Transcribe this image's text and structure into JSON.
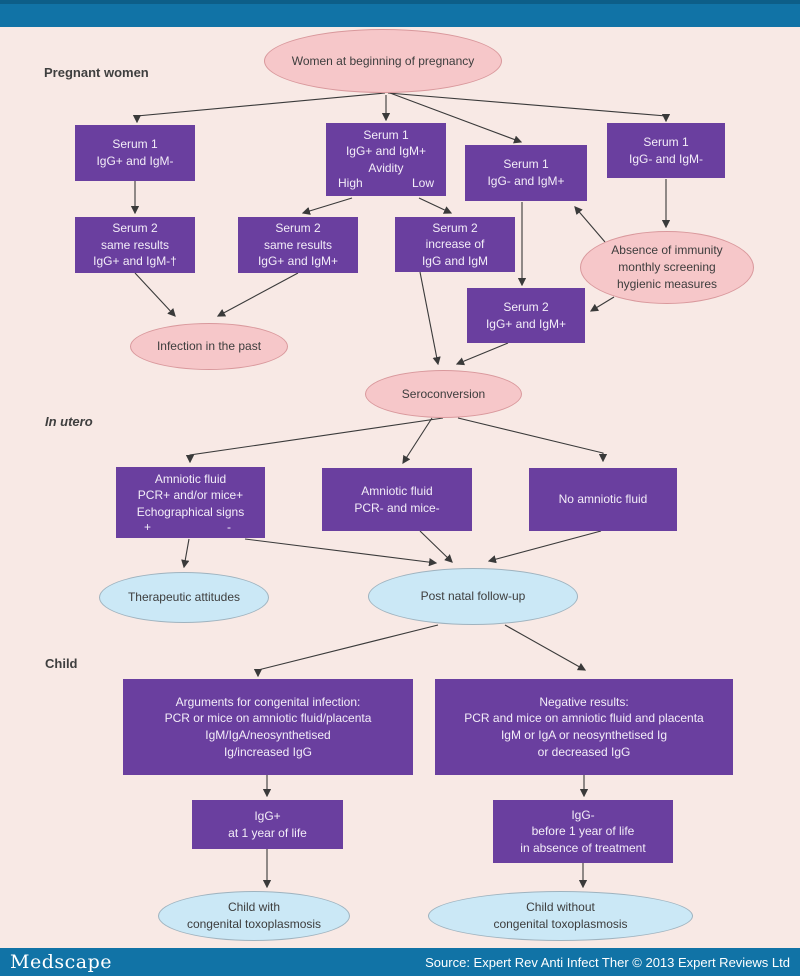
{
  "footer": {
    "brand": "Medscape",
    "source": "Source: Expert Rev Anti Infect Ther © 2013 Expert Reviews Ltd"
  },
  "labels": {
    "pregnant_women": "Pregnant women",
    "in_utero": "In utero",
    "child": "Child"
  },
  "nodes": {
    "women_beginning": "Women at beginning of pregnancy",
    "serum1_iggp_igmn": "Serum 1\nIgG+ and IgM-",
    "serum1_iggp_igmp": "Serum 1\nIgG+ and IgM+\nAvidity",
    "avidity_high": "High",
    "avidity_low": "Low",
    "serum1_iggn_igmp": "Serum 1\nIgG- and IgM+",
    "serum1_iggn_igmn": "Serum 1\nIgG- and IgM-",
    "serum2_same_igmn": "Serum 2\nsame results\nIgG+ and IgM-†",
    "serum2_same_igmp": "Serum 2\nsame results\nIgG+ and IgM+",
    "serum2_increase": "Serum 2\nincrease of\nIgG and IgM",
    "serum2_iggp_igmp": "Serum 2\nIgG+ and IgM+",
    "absence_immunity": "Absence of immunity\nmonthly screening\nhygienic measures",
    "infection_past": "Infection in the past",
    "seroconversion": "Seroconversion",
    "amniotic_pos": "Amniotic fluid\nPCR+ and/or mice+\nEchographical signs",
    "echo_plus": "+",
    "echo_minus": "-",
    "amniotic_neg": "Amniotic fluid\nPCR- and mice-",
    "no_amniotic": "No amniotic fluid",
    "therapeutic": "Therapeutic attitudes",
    "postnatal": "Post natal follow-up",
    "arguments_box": "Arguments for congenital infection:\nPCR or mice on amniotic fluid/placenta\nIgM/IgA/neosynthetised\nIg/increased IgG",
    "negative_box": "Negative results:\nPCR and mice on amniotic fluid and placenta\nIgM or IgA or neosynthetised Ig\nor decreased IgG",
    "iggp_1yr": "IgG+\nat 1 year of life",
    "iggn_before": "IgG-\nbefore 1 year of life\nin absence of treatment",
    "child_with": "Child with\ncongenital toxoplasmosis",
    "child_without": "Child without\ncongenital toxoplasmosis"
  },
  "colors": {
    "bar_blue": "#1173a6",
    "background": "#f8e9e5",
    "box_purple": "#6a3f9f",
    "pink_ellipse": "#f6c7c9",
    "pink_ellipse_border": "#d9989c",
    "blue_ellipse": "#cbe8f6",
    "blue_ellipse_border": "#9fb3bf",
    "arrow": "#3a3a3a"
  }
}
